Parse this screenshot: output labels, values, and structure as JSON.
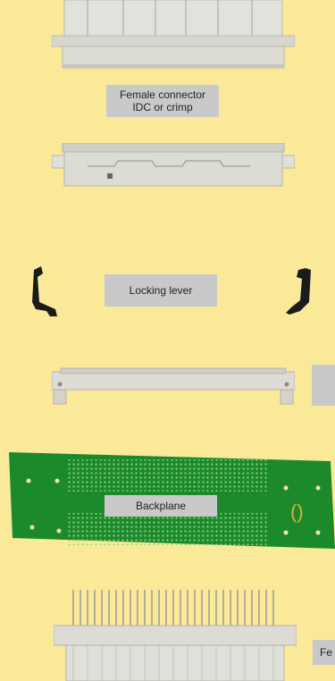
{
  "colors": {
    "background": "#fbe99a",
    "label_bg": "#c9c9c9",
    "connector_body": "#dcdcd6",
    "pcb": "#1c8a2a",
    "lever": "#1b1b1b"
  },
  "labels": {
    "female_connector_line1": "Female connector",
    "female_connector_line2": "IDC or crimp",
    "locking_lever": "Locking lever",
    "backplane": "Backplane",
    "partial_right_bottom": "Fe"
  },
  "icons": {
    "top_connector": "connector-housing-icon",
    "female_connector": "female-connector-icon",
    "left_lever": "locking-lever-left-icon",
    "right_lever": "locking-lever-right-icon",
    "frame": "connector-frame-icon",
    "backplane": "backplane-pcb-icon",
    "male_connector": "male-connector-pins-icon"
  }
}
